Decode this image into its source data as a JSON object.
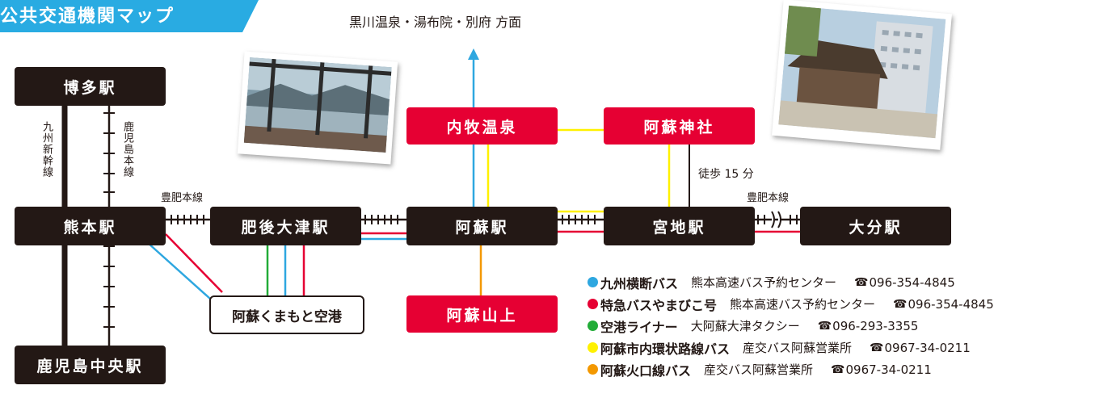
{
  "title": "公共交通機関マップ",
  "top_destination": "黒川温泉・湯布院・別府 方面",
  "stations": {
    "hakata": "博多駅",
    "kumamoto": "熊本駅",
    "kagoshima": "鹿児島中央駅",
    "higo_ozu": "肥後大津駅",
    "aso": "阿蘇駅",
    "miyaji": "宮地駅",
    "oita": "大分駅"
  },
  "destinations": {
    "uchinomaki": "内牧温泉",
    "aso_shrine": "阿蘇神社",
    "aso_summit": "阿蘇山上",
    "airport": "阿蘇くまもと空港"
  },
  "line_labels": {
    "shinkansen": "九州新幹線",
    "kagoshima_line": "鹿児島本線",
    "hohi_line_1": "豊肥本線",
    "hohi_line_2": "豊肥本線",
    "walk": "徒歩 15 分"
  },
  "colors": {
    "title_bg": "#29abe2",
    "rail": "#231815",
    "destination": "#e60033",
    "kyushu_odan": "#2ea7e0",
    "yamabiko": "#e60033",
    "airport_liner": "#22ac38",
    "aso_loop": "#fff100",
    "kako": "#f39800"
  },
  "legend": [
    {
      "color": "#2ea7e0",
      "name": "九州横断バス",
      "contact": "熊本高速バス予約センター",
      "phone_icon": "☎",
      "phone": "096-354-4845"
    },
    {
      "color": "#e60033",
      "name": "特急バスやまびこ号",
      "contact": "熊本高速バス予約センター",
      "phone_icon": "☎",
      "phone": "096-354-4845"
    },
    {
      "color": "#22ac38",
      "name": "空港ライナー",
      "contact": "大阿蘇大津タクシー",
      "phone_icon": "☎",
      "phone": "096-293-3355"
    },
    {
      "color": "#fff100",
      "name": "阿蘇市内環状路線バス",
      "contact": "産交バス阿蘇営業所",
      "phone_icon": "☎",
      "phone": "0967-34-0211"
    },
    {
      "color": "#f39800",
      "name": "阿蘇火口線バス",
      "contact": "産交バス阿蘇営業所",
      "phone_icon": "☎",
      "phone": "0967-34-0211"
    }
  ]
}
